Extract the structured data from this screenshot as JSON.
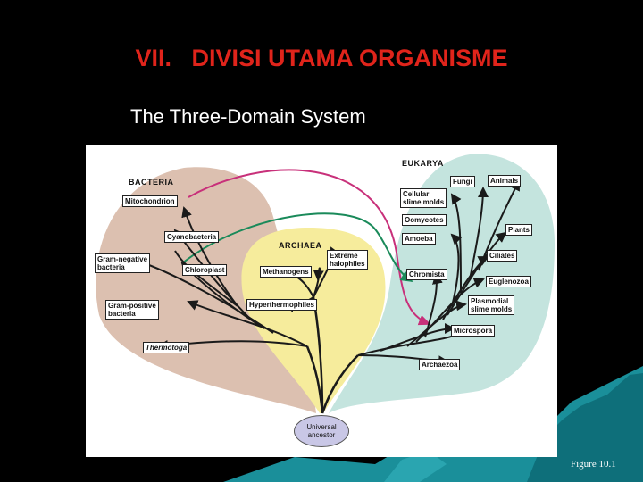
{
  "slide": {
    "title": "VII.   DIVISI UTAMA ORGANISME",
    "subtitle": "The Three-Domain System",
    "figure_caption": "Figure 10.1"
  },
  "diagram": {
    "domains": {
      "bacteria": "BACTERIA",
      "archaea": "ARCHAEA",
      "eukarya": "EUKARYA"
    },
    "bacteria_labels": {
      "mitochondrion": "Mitochondrion",
      "cyanobacteria": "Cyanobacteria",
      "gram_negative_1": "Gram-negative",
      "gram_negative_2": "bacteria",
      "chloroplast": "Chloroplast",
      "gram_positive_1": "Gram-positive",
      "gram_positive_2": "bacteria",
      "thermotoga": "Thermotoga"
    },
    "archaea_labels": {
      "extreme_1": "Extreme",
      "extreme_2": "halophiles",
      "methanogens": "Methanogens",
      "hyperthermophiles": "Hyperthermophiles"
    },
    "eukarya_labels": {
      "fungi": "Fungi",
      "animals": "Animals",
      "cellular_1": "Cellular",
      "cellular_2": "slime molds",
      "oomycotes": "Oomycotes",
      "amoeba": "Amoeba",
      "plants": "Plants",
      "ciliates": "Ciliates",
      "chromista": "Chromista",
      "euglenozoa": "Euglenozoa",
      "plasmodial_1": "Plasmodial",
      "plasmodial_2": "slime molds",
      "microspora": "Microspora",
      "archaezoa": "Archaezoa"
    },
    "root": {
      "line1": "Universal",
      "line2": "ancestor"
    },
    "colors": {
      "bacteria": "#dcc0b0",
      "archaea": "#f6ec9c",
      "eukarya": "#c4e4de",
      "branch": "#1a1a1a",
      "arrow_mitochondria": "#c8307a",
      "arrow_chloroplast": "#1a8a5a",
      "title": "#e0241b",
      "deco": "#1a8f9a"
    }
  }
}
